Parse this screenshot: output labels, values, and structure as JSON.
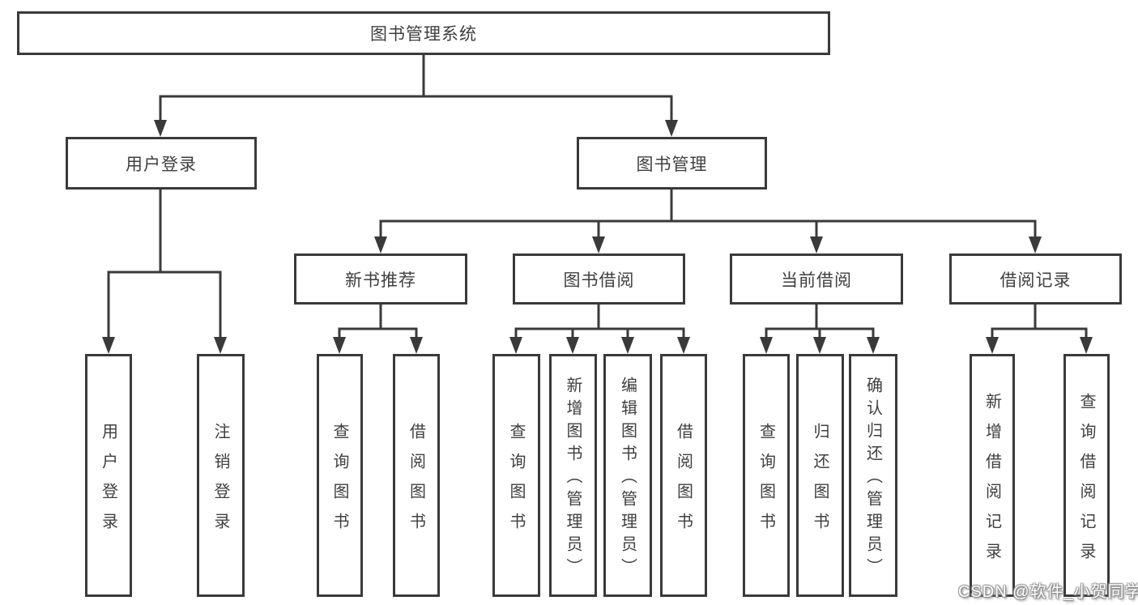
{
  "tree": {
    "root": "图书管理系统",
    "branches": [
      {
        "label": "用户登录",
        "children": [
          {
            "label": "用户登录"
          },
          {
            "label": "注销登录"
          }
        ]
      },
      {
        "label": "图书管理",
        "children": [
          {
            "label": "新书推荐",
            "children": [
              {
                "label": "查询图书"
              },
              {
                "label": "借阅图书"
              }
            ]
          },
          {
            "label": "图书借阅",
            "children": [
              {
                "label": "查询图书"
              },
              {
                "label": "新增图书（管理员）"
              },
              {
                "label": "编辑图书（管理员）"
              },
              {
                "label": "借阅图书"
              }
            ]
          },
          {
            "label": "当前借阅",
            "children": [
              {
                "label": "查询图书"
              },
              {
                "label": "归还图书"
              },
              {
                "label": "确认归还（管理员）"
              }
            ]
          },
          {
            "label": "借阅记录",
            "children": [
              {
                "label": "新增借阅记录"
              },
              {
                "label": "查询借阅记录"
              }
            ]
          }
        ]
      }
    ]
  },
  "watermark": {
    "text": "CSDN @软件_小贺同学"
  },
  "colors": {
    "line": "#3a3a3a",
    "text": "#3f3f3f",
    "background": "#ffffff"
  }
}
